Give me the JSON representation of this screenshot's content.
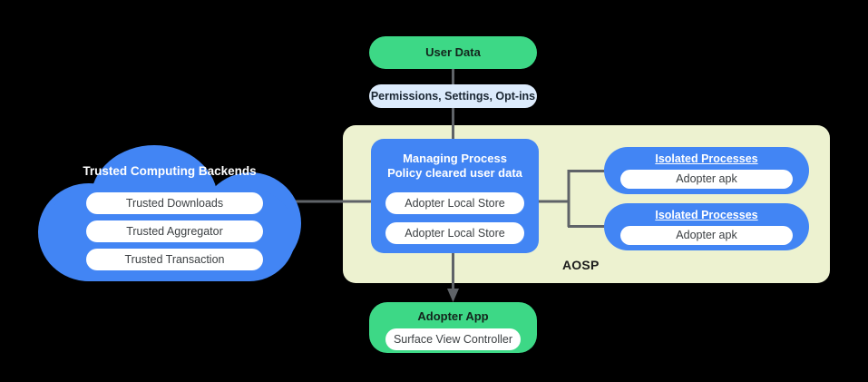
{
  "diagram": {
    "title_label": "AOSP",
    "colors": {
      "background": "#000000",
      "blue": "#4285F4",
      "green": "#3DD886",
      "panel_yellow": "#EDF2D0",
      "pill_light_blue": "#DCEBFC",
      "white": "#FFFFFF",
      "connector_gray": "#5F6368"
    }
  },
  "user_data": {
    "title": "User Data"
  },
  "permissions": {
    "label": "Permissions,  Settings, Opt-ins"
  },
  "cloud": {
    "title": "Trusted Computing Backends",
    "items": [
      {
        "label": "Trusted Downloads"
      },
      {
        "label": "Trusted Aggregator"
      },
      {
        "label": "Trusted Transaction"
      }
    ]
  },
  "managing_process": {
    "title_line1": "Managing Process",
    "title_line2": "Policy cleared user data",
    "items": [
      {
        "label": "Adopter Local Store"
      },
      {
        "label": "Adopter Local Store"
      }
    ]
  },
  "isolated_processes": [
    {
      "title": "Isolated Processes",
      "item": "Adopter apk"
    },
    {
      "title": "Isolated Processes",
      "item": "Adopter apk"
    }
  ],
  "adopter_app": {
    "title": "Adopter App",
    "item": "Surface View Controller"
  }
}
